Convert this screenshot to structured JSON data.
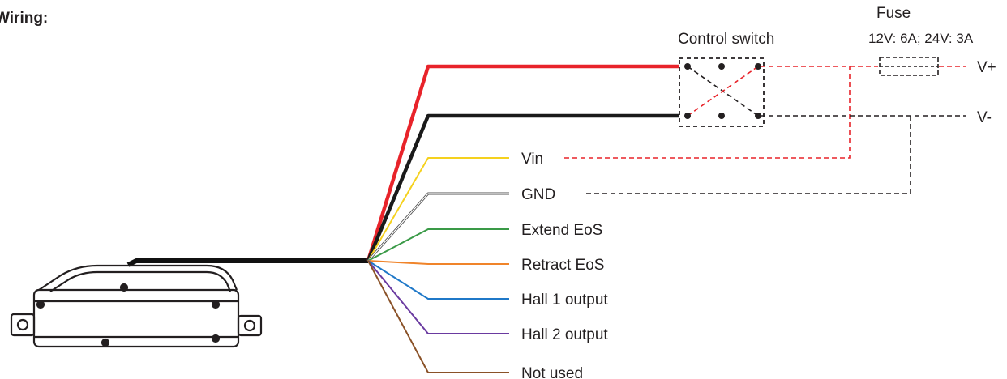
{
  "title": "Wiring:",
  "control_switch": {
    "label": "Control switch"
  },
  "fuse": {
    "label": "Fuse",
    "spec": "12V: 6A; 24V: 3A"
  },
  "supply": {
    "positive": "V+",
    "negative": "V-"
  },
  "wires": [
    {
      "label": "",
      "color": "#e8232a",
      "role": "motor-red"
    },
    {
      "label": "",
      "color": "#1a1a1a",
      "role": "motor-black"
    },
    {
      "label": "Vin",
      "color": "#f5d11e"
    },
    {
      "label": "GND",
      "color": "#d0d0d0"
    },
    {
      "label": "Extend EoS",
      "color": "#3a9a47"
    },
    {
      "label": "Retract EoS",
      "color": "#f0842a"
    },
    {
      "label": "Hall 1 output",
      "color": "#1f78c8"
    },
    {
      "label": "Hall 2 output",
      "color": "#6a3aa0"
    },
    {
      "label": "Not used",
      "color": "#8a5228"
    }
  ],
  "colors": {
    "supply_positive": "#e8232a",
    "supply_negative": "#1a1a1a",
    "outline": "#231f20"
  }
}
